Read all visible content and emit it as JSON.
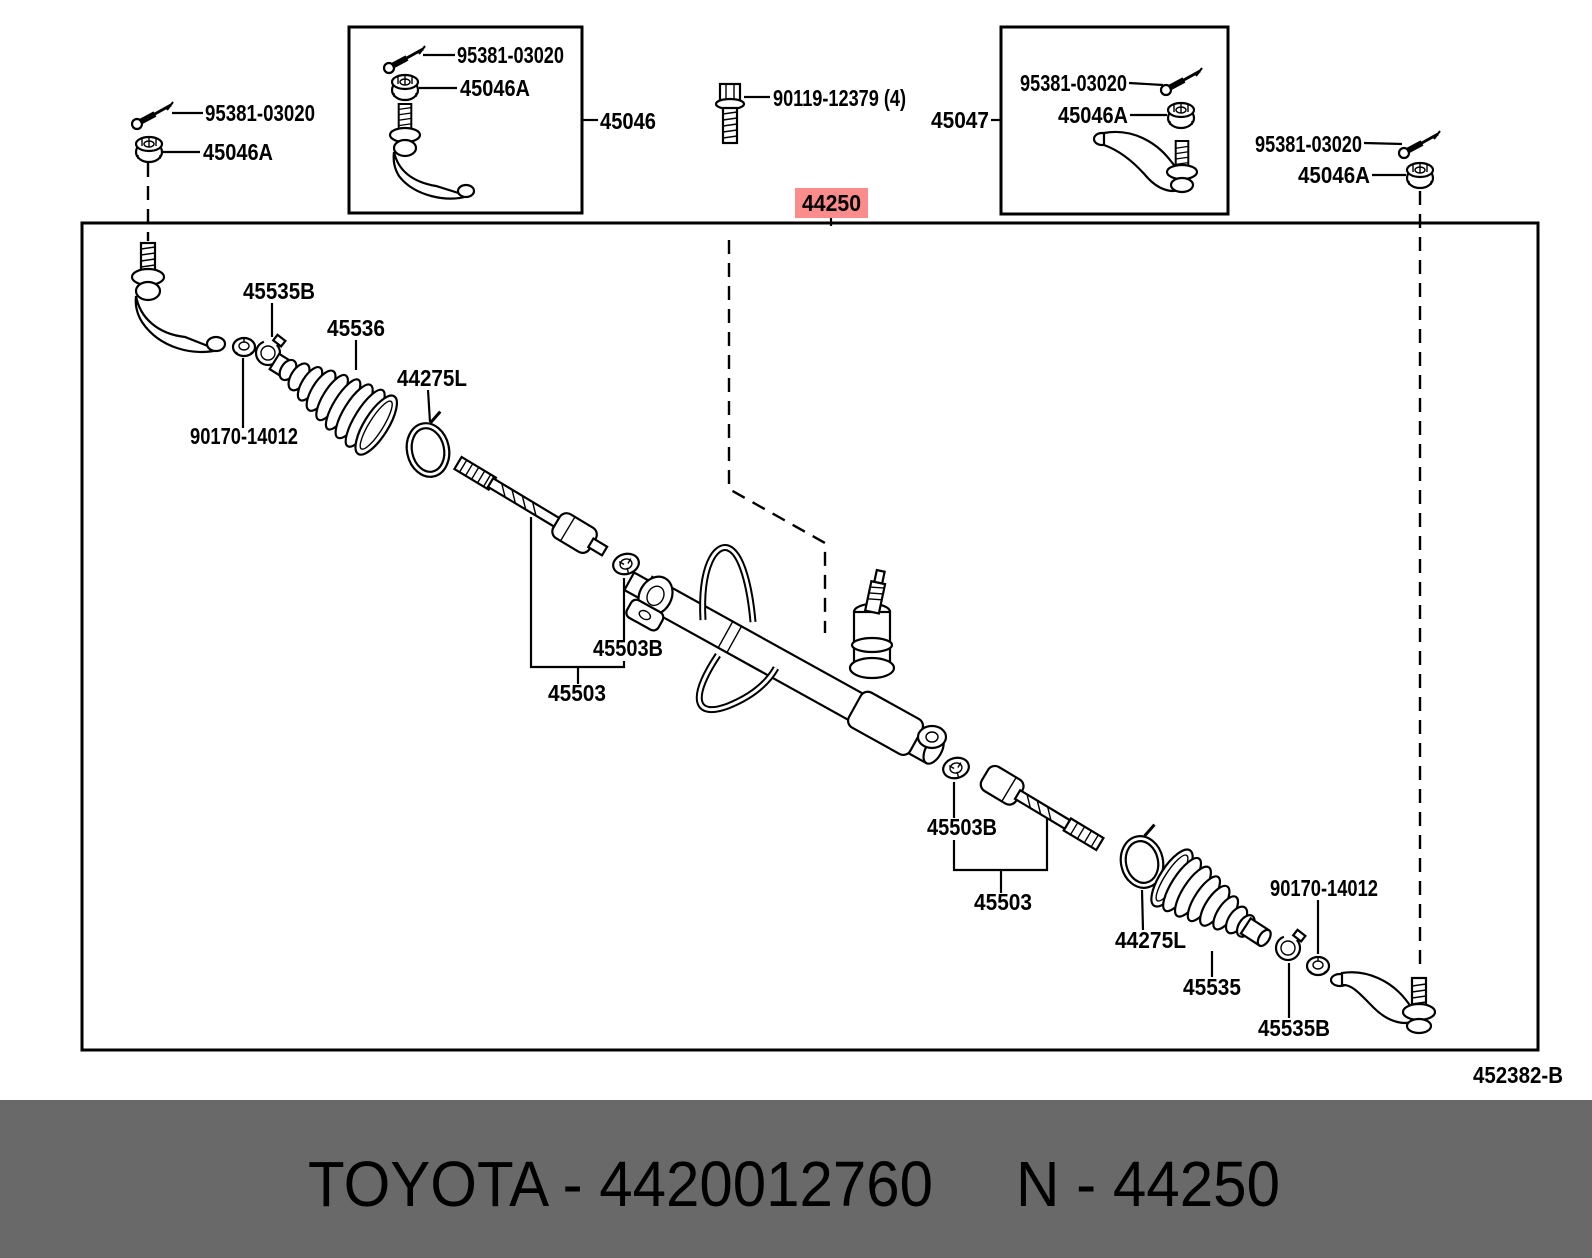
{
  "colors": {
    "background": "#ffffff",
    "line": "#000000",
    "highlight_bg": "#fa8c8c",
    "highlight_text": "#7e1111",
    "footer_bg": "#696969",
    "footer_text": "#ffffff"
  },
  "labels": {
    "tl_pin": "95381-03020",
    "tl_nut": "45046A",
    "b1_pin": "95381-03020",
    "b1_nut": "45046A",
    "b1_callout": "45046",
    "bolt": "90119-12379 (4)",
    "b2_callout": "45047",
    "b2_pin": "95381-03020",
    "b2_nut": "45046A",
    "tr_pin": "95381-03020",
    "tr_nut": "45046A",
    "highlight": "44250",
    "l_clamp": "45535B",
    "l_boot": "45536",
    "l_ring": "44275L",
    "l_locknut": "90170-14012",
    "l_washer": "45503B",
    "l_rod": "45503",
    "r_washer": "45503B",
    "r_rod": "45503",
    "r_ring": "44275L",
    "r_boot": "45535",
    "r_locknut": "90170-14012",
    "r_clamp": "45535B",
    "drawing_number": "452382-B"
  },
  "footer": {
    "left_text": "TOYOTA - 4420012760",
    "right_text": "N - 44250"
  }
}
